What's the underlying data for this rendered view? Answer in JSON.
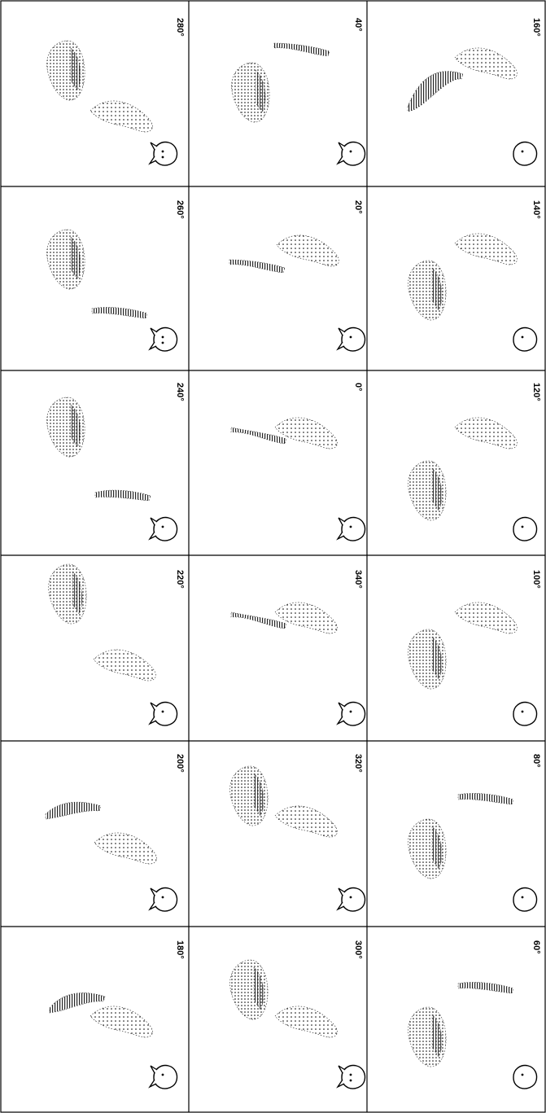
{
  "figure": {
    "rotation_labels": {
      "col1": [
        "280°",
        "260°",
        "240°",
        "220°",
        "200°",
        "180°"
      ],
      "col2": [
        "40°",
        "20°",
        "0°",
        "340°",
        "320°",
        "300°"
      ],
      "col3": [
        "160°",
        "140°",
        "120°",
        "100°",
        "80°",
        "60°"
      ]
    },
    "colors": {
      "ink": "#000000",
      "background": "#ffffff"
    }
  }
}
